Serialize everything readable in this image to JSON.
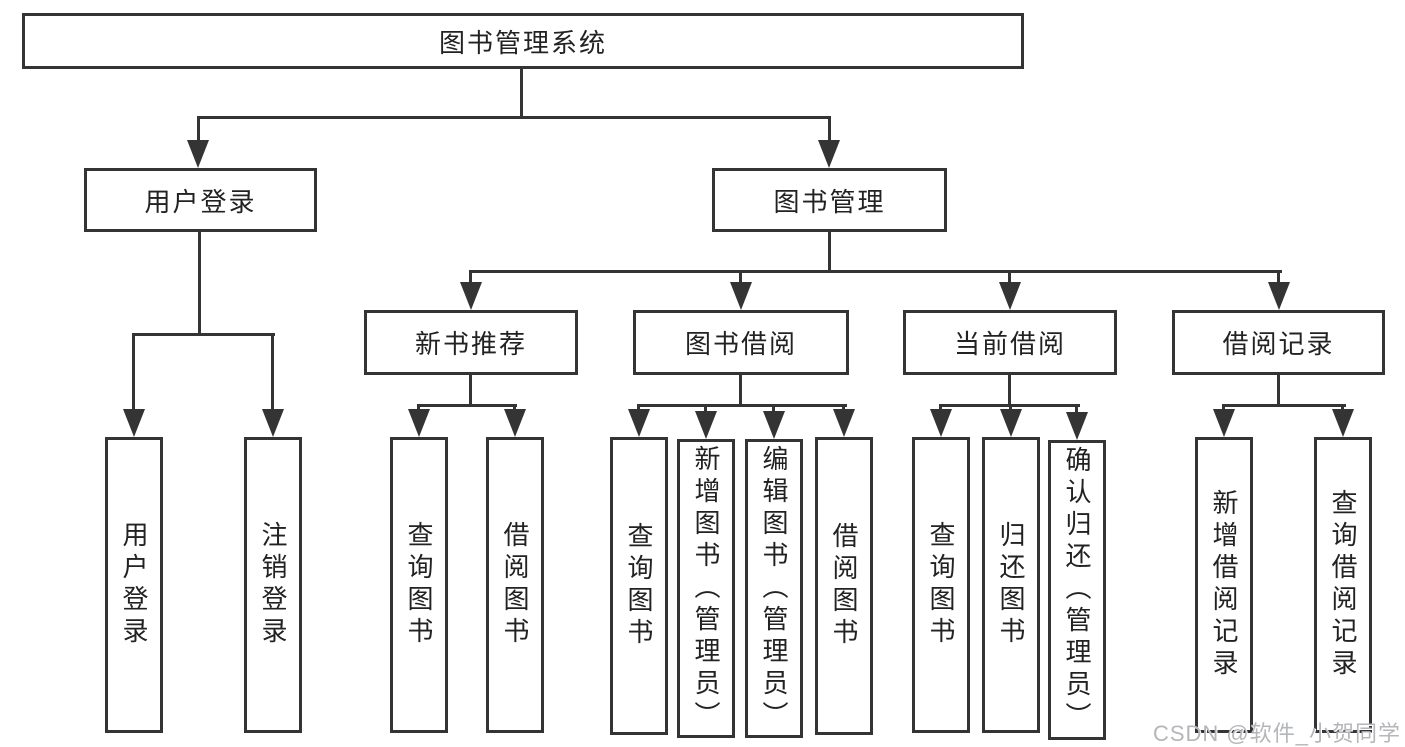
{
  "diagram": {
    "root": {
      "label": "图书管理系统"
    },
    "level1": [
      {
        "label": "用户登录"
      },
      {
        "label": "图书管理"
      }
    ],
    "level2": [
      {
        "label": "新书推荐",
        "parent": "图书管理"
      },
      {
        "label": "图书借阅",
        "parent": "图书管理"
      },
      {
        "label": "当前借阅",
        "parent": "图书管理"
      },
      {
        "label": "借阅记录",
        "parent": "图书管理"
      }
    ],
    "leaves": [
      {
        "label": "用户登录",
        "parent": "用户登录"
      },
      {
        "label": "注销登录",
        "parent": "用户登录"
      },
      {
        "label": "查询图书",
        "parent": "新书推荐"
      },
      {
        "label": "借阅图书",
        "parent": "新书推荐"
      },
      {
        "label": "查询图书",
        "parent": "图书借阅"
      },
      {
        "label": "新增图书（管理员）",
        "parent": "图书借阅"
      },
      {
        "label": "编辑图书（管理员）",
        "parent": "图书借阅"
      },
      {
        "label": "借阅图书",
        "parent": "图书借阅"
      },
      {
        "label": "查询图书",
        "parent": "当前借阅"
      },
      {
        "label": "归还图书",
        "parent": "当前借阅"
      },
      {
        "label": "确认归还（管理员）",
        "parent": "当前借阅"
      },
      {
        "label": "新增借阅记录",
        "parent": "借阅记录"
      },
      {
        "label": "查询借阅记录",
        "parent": "借阅记录"
      }
    ],
    "colors": {
      "line": "#343434",
      "text": "#222222",
      "background": "#ffffff",
      "watermark": "#b4b6ba"
    }
  },
  "watermark": {
    "text": "CSDN @软件_小贺同学"
  }
}
